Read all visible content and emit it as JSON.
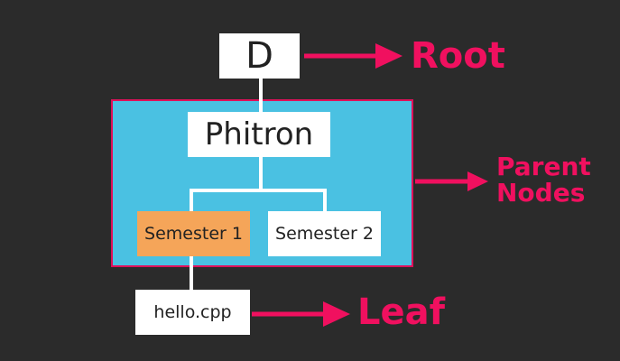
{
  "colors": {
    "background": "#2b2b2b",
    "parent_region_fill": "#4ac1e2",
    "parent_region_border": "#e0105a",
    "node_fill": "#ffffff",
    "highlight_node_fill": "#f5a559",
    "connector": "#ffffff",
    "annotation": "#f0105f"
  },
  "tree": {
    "root": {
      "label": "D"
    },
    "parent": {
      "label": "Phitron"
    },
    "children": [
      {
        "label": "Semester 1",
        "highlighted": true
      },
      {
        "label": "Semester 2",
        "highlighted": false
      }
    ],
    "leaf": {
      "label": "hello.cpp"
    }
  },
  "annotations": {
    "root": "Root",
    "parent_line1": "Parent",
    "parent_line2": "Nodes",
    "leaf": "Leaf"
  }
}
